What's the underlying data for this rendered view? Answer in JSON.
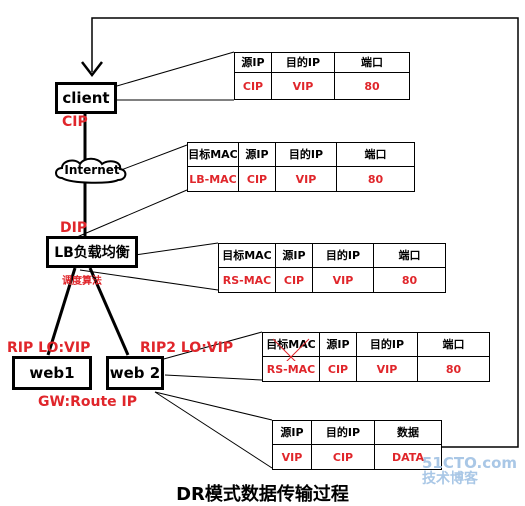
{
  "nodes": {
    "client": "client",
    "internet": "Internet",
    "lb": "LB负载均衡",
    "web1": "web1",
    "web2": "web 2"
  },
  "labels": {
    "cip": "CIP",
    "dip": "DIP",
    "scheduler": "调度算法",
    "rip1": "RIP LO:VIP",
    "rip2": "RIP2 LO:VIP",
    "gw": "GW:Route IP"
  },
  "tables": {
    "t1": {
      "headers": [
        "源IP",
        "目的IP",
        "端口"
      ],
      "values": [
        "CIP",
        "VIP",
        "80"
      ]
    },
    "t2": {
      "headers": [
        "目标MAC",
        "源IP",
        "目的IP",
        "端口"
      ],
      "values": [
        "LB-MAC",
        "CIP",
        "VIP",
        "80"
      ]
    },
    "t3": {
      "headers": [
        "目标MAC",
        "源IP",
        "目的IP",
        "端口"
      ],
      "values": [
        "RS-MAC",
        "CIP",
        "VIP",
        "80"
      ]
    },
    "t4": {
      "headers": [
        "目标MAC",
        "源IP",
        "目的IP",
        "端口"
      ],
      "values": [
        "RS-MAC",
        "CIP",
        "VIP",
        "80"
      ]
    },
    "t5": {
      "headers": [
        "源IP",
        "目的IP",
        "数据"
      ],
      "values": [
        "VIP",
        "CIP",
        "DATA"
      ]
    }
  },
  "title": "DR模式数据传输过程",
  "watermark": {
    "line1": "51CTO.com",
    "line2": "技术博客"
  },
  "colors": {
    "accent_red": "#e0262b",
    "line": "#000000",
    "watermark": "#a9c7e6"
  }
}
